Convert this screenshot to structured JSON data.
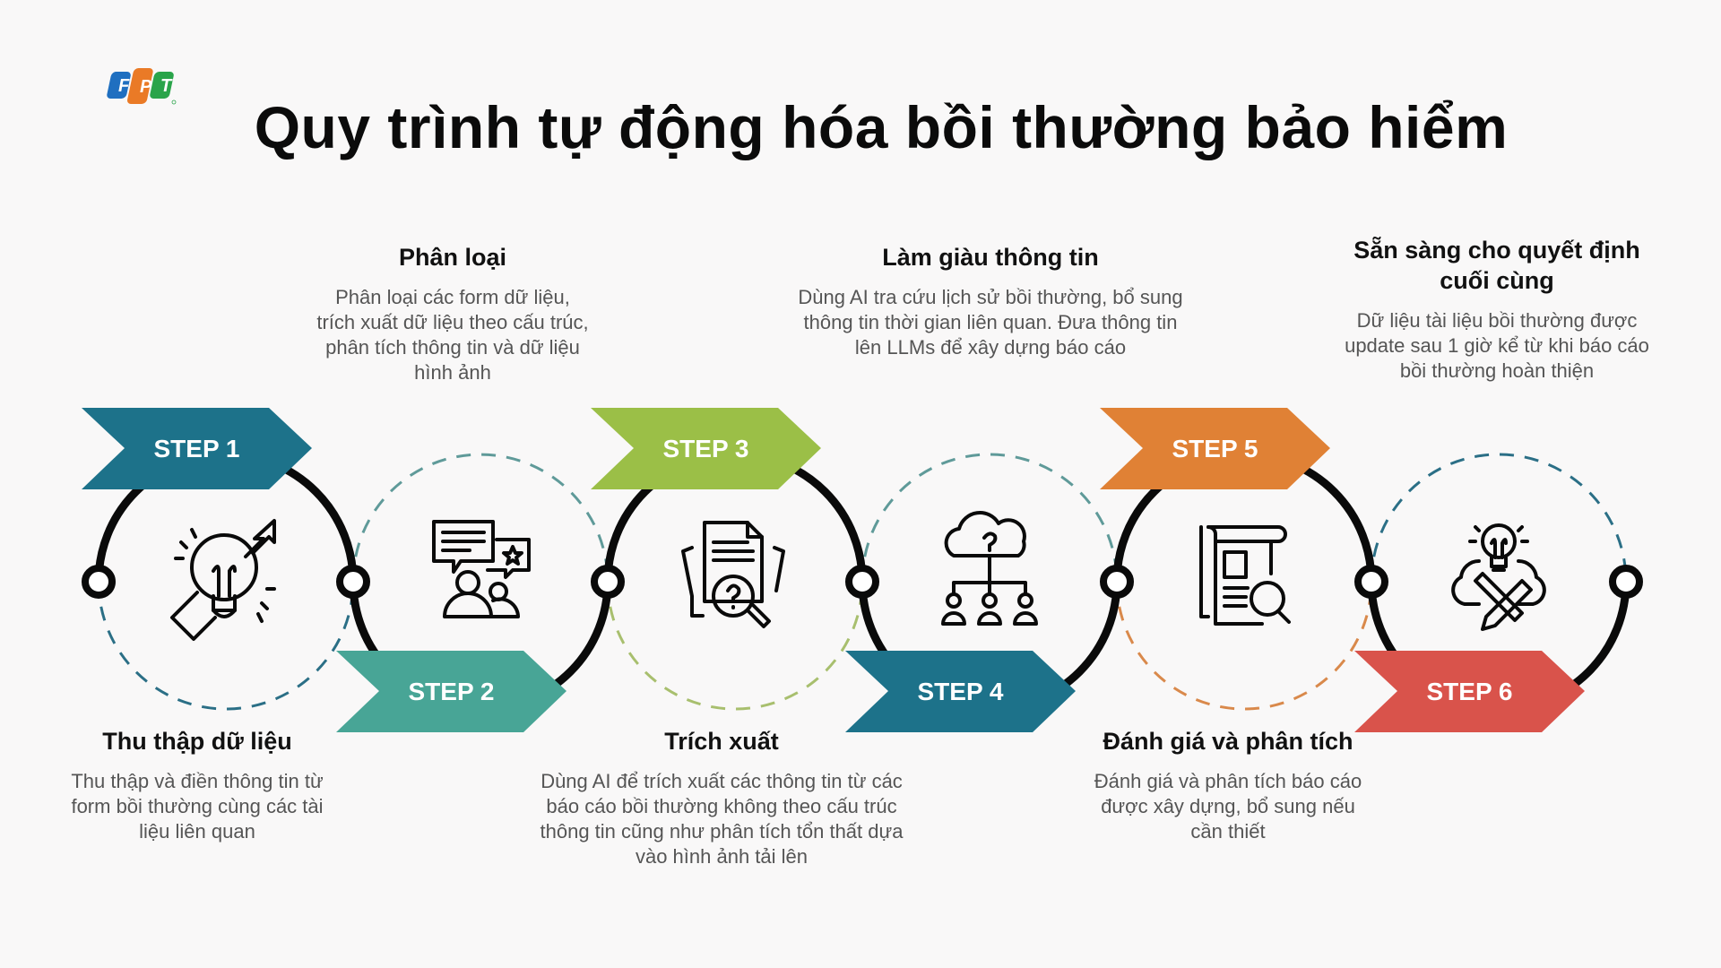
{
  "logo": {
    "text": "FPT",
    "letters": [
      "F",
      "P",
      "T"
    ],
    "colors": [
      "#1f6fc0",
      "#ea7a26",
      "#2aa44a"
    ]
  },
  "title": "Quy trình tự động hóa bồi thường bảo hiểm",
  "steps": [
    {
      "label": "STEP 1",
      "color": "#1d728a",
      "icon": "lightbulb-growth-icon",
      "heading": "Thu thập dữ liệu",
      "description": "Thu thập và điền thông tin từ form bồi thường cùng các tài liệu liên quan"
    },
    {
      "label": "STEP 2",
      "color": "#48a596",
      "icon": "chat-users-icon",
      "heading": "Phân loại",
      "description": "Phân loại các form dữ liệu, trích xuất dữ liệu theo cấu trúc, phân tích thông tin và dữ liệu hình ảnh"
    },
    {
      "label": "STEP 3",
      "color": "#9bbf47",
      "icon": "document-search-icon",
      "heading": "Trích xuất",
      "description": "Dùng AI để trích xuất các thông tin từ các báo cáo bồi thường không theo cấu trúc thông tin cũng như phân tích tổn thất dựa vào hình ảnh tải lên"
    },
    {
      "label": "STEP 4",
      "color": "#1d728a",
      "icon": "cloud-network-icon",
      "heading": "Làm giàu thông tin",
      "description": "Dùng AI tra cứu lịch sử bồi thường, bổ sung thông tin thời gian liên quan. Đưa thông tin lên LLMs để xây dựng báo cáo"
    },
    {
      "label": "STEP 5",
      "color": "#e08135",
      "icon": "report-search-icon",
      "heading": "Đánh giá và phân tích",
      "description": "Đánh giá và phân tích báo cáo được xây dựng, bổ sung nếu cần thiết"
    },
    {
      "label": "STEP 6",
      "color": "#d9534b",
      "icon": "cloud-idea-tools-icon",
      "heading": "Sẵn sàng cho quyết định cuối cùng",
      "description": "Dữ liệu tài liệu bồi thường được update sau 1 giờ kể từ khi báo cáo bồi thường hoàn thiện"
    }
  ],
  "dashed_ring_colors": [
    "#2b6f86",
    "#5f9a99",
    "#a8bf6e",
    "#5f9a99",
    "#d9894b",
    "#2b6f86"
  ]
}
